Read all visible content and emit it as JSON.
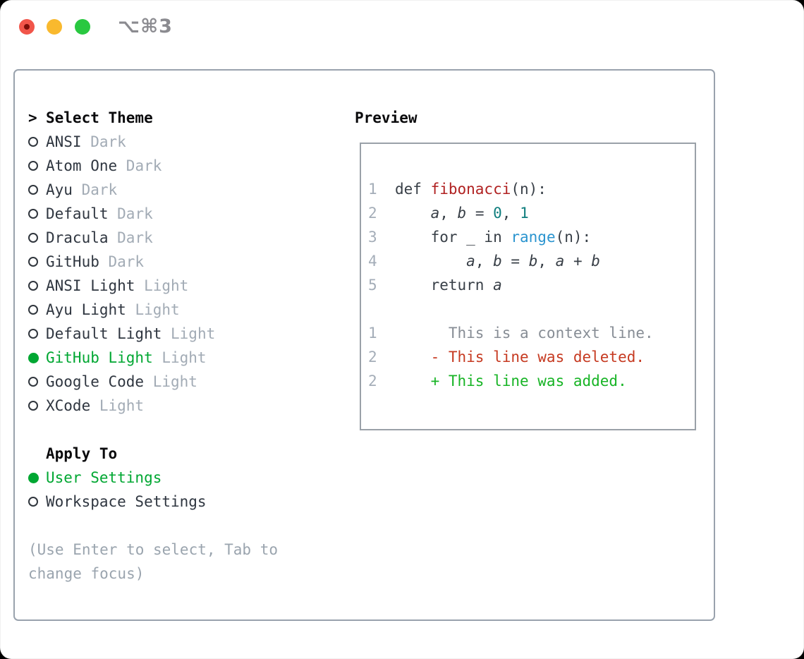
{
  "window": {
    "title": "⌥⌘3",
    "traffic_lights": [
      {
        "name": "close"
      },
      {
        "name": "minimize"
      },
      {
        "name": "zoom"
      }
    ]
  },
  "theme_picker": {
    "header": {
      "marker": ">",
      "label": "Select Theme"
    },
    "items": [
      {
        "name": "ANSI",
        "tag": "Dark",
        "selected": false
      },
      {
        "name": "Atom One",
        "tag": "Dark",
        "selected": false
      },
      {
        "name": "Ayu",
        "tag": "Dark",
        "selected": false
      },
      {
        "name": "Default",
        "tag": "Dark",
        "selected": false
      },
      {
        "name": "Dracula",
        "tag": "Dark",
        "selected": false
      },
      {
        "name": "GitHub",
        "tag": "Dark",
        "selected": false
      },
      {
        "name": "ANSI Light",
        "tag": "Light",
        "selected": false
      },
      {
        "name": "Ayu Light",
        "tag": "Light",
        "selected": false
      },
      {
        "name": "Default Light",
        "tag": "Light",
        "selected": false
      },
      {
        "name": "GitHub Light",
        "tag": "Light",
        "selected": true
      },
      {
        "name": "Google Code",
        "tag": "Light",
        "selected": false
      },
      {
        "name": "XCode",
        "tag": "Light",
        "selected": false
      }
    ]
  },
  "apply_to": {
    "label": "Apply To",
    "options": [
      {
        "name": "User Settings",
        "selected": true
      },
      {
        "name": "Workspace Settings",
        "selected": false
      }
    ]
  },
  "footer_hint": "(Use Enter to select, Tab to change focus)",
  "preview": {
    "label": "Preview",
    "lines": [
      {
        "num": "1",
        "segments": [
          {
            "t": "def ",
            "c": "code"
          },
          {
            "t": "fibonacci",
            "c": "func"
          },
          {
            "t": "(n):",
            "c": "code"
          }
        ]
      },
      {
        "num": "2",
        "segments": [
          {
            "t": "    ",
            "c": "code"
          },
          {
            "t": "a",
            "c": "var"
          },
          {
            "t": ", ",
            "c": "code"
          },
          {
            "t": "b",
            "c": "var"
          },
          {
            "t": " = ",
            "c": "code"
          },
          {
            "t": "0",
            "c": "num"
          },
          {
            "t": ", ",
            "c": "code"
          },
          {
            "t": "1",
            "c": "num"
          }
        ]
      },
      {
        "num": "3",
        "segments": [
          {
            "t": "    for _ in ",
            "c": "code"
          },
          {
            "t": "range",
            "c": "builtin"
          },
          {
            "t": "(n):",
            "c": "code"
          }
        ]
      },
      {
        "num": "4",
        "segments": [
          {
            "t": "        ",
            "c": "code"
          },
          {
            "t": "a",
            "c": "var"
          },
          {
            "t": ", ",
            "c": "code"
          },
          {
            "t": "b",
            "c": "var"
          },
          {
            "t": " = ",
            "c": "code"
          },
          {
            "t": "b",
            "c": "var"
          },
          {
            "t": ", ",
            "c": "code"
          },
          {
            "t": "a",
            "c": "var"
          },
          {
            "t": " + ",
            "c": "code"
          },
          {
            "t": "b",
            "c": "var"
          }
        ]
      },
      {
        "num": "5",
        "segments": [
          {
            "t": "    return ",
            "c": "code"
          },
          {
            "t": "a",
            "c": "var"
          }
        ]
      },
      {
        "num": "",
        "segments": []
      },
      {
        "num": "1",
        "segments": [
          {
            "t": "      This is a context line.",
            "c": "context"
          }
        ]
      },
      {
        "num": "2",
        "segments": [
          {
            "t": "    - This line was deleted.",
            "c": "deleted"
          }
        ]
      },
      {
        "num": "2",
        "segments": [
          {
            "t": "    + This line was added.",
            "c": "added"
          }
        ]
      }
    ]
  },
  "colors": {
    "traffic-red": "#f1554a",
    "traffic-red-dot": "#7c0d08",
    "traffic-yellow": "#f9b92e",
    "traffic-green": "#29c840",
    "title-gray": "#8b8b90",
    "panel-border": "#99a2ad",
    "preview-border": "#9aa1a8",
    "header-black": "#0a0a0c",
    "item-text": "#2f3640",
    "tag-gray": "#a2abb5",
    "hint-gray": "#9aa4ae",
    "radio-stroke": "#30363d",
    "accent-green": "#00a732",
    "gutter-gray": "#a4adb8",
    "code-text": "#383f47",
    "code-func": "#b02121",
    "code-num": "#0f7e7e",
    "code-builtin": "#2a94cf",
    "diff-context": "#878d95",
    "diff-deleted": "#c63a21",
    "diff-added": "#17b425"
  }
}
